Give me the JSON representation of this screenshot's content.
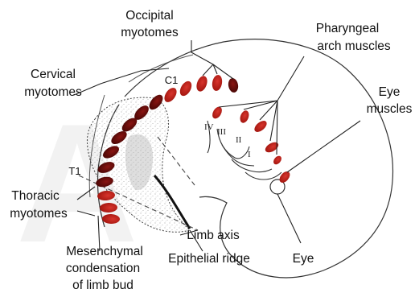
{
  "labels": {
    "occipital": [
      "Occipital",
      "myotomes"
    ],
    "pharyngeal": [
      "Pharyngeal",
      "arch muscles"
    ],
    "cervical": [
      "Cervical",
      "myotomes"
    ],
    "eye_muscles": [
      "Eye",
      "muscles"
    ],
    "c1": "C1",
    "t1": "T1",
    "thoracic": [
      "Thoracic",
      "myotomes"
    ],
    "limb_axis": "Limb axis",
    "mesenchymal": [
      "Mesenchymal",
      "condensation",
      "of limb bud"
    ],
    "epithelial": "Epithelial ridge",
    "eye": "Eye"
  },
  "arch_numerals": [
    "IV",
    "III",
    "II",
    "I"
  ],
  "watermark": "A",
  "colors": {
    "myotome": "#c0211c",
    "myotome_dark": "#6e0f0c",
    "outline": "#333333",
    "stipple": "#9a9a9a"
  }
}
